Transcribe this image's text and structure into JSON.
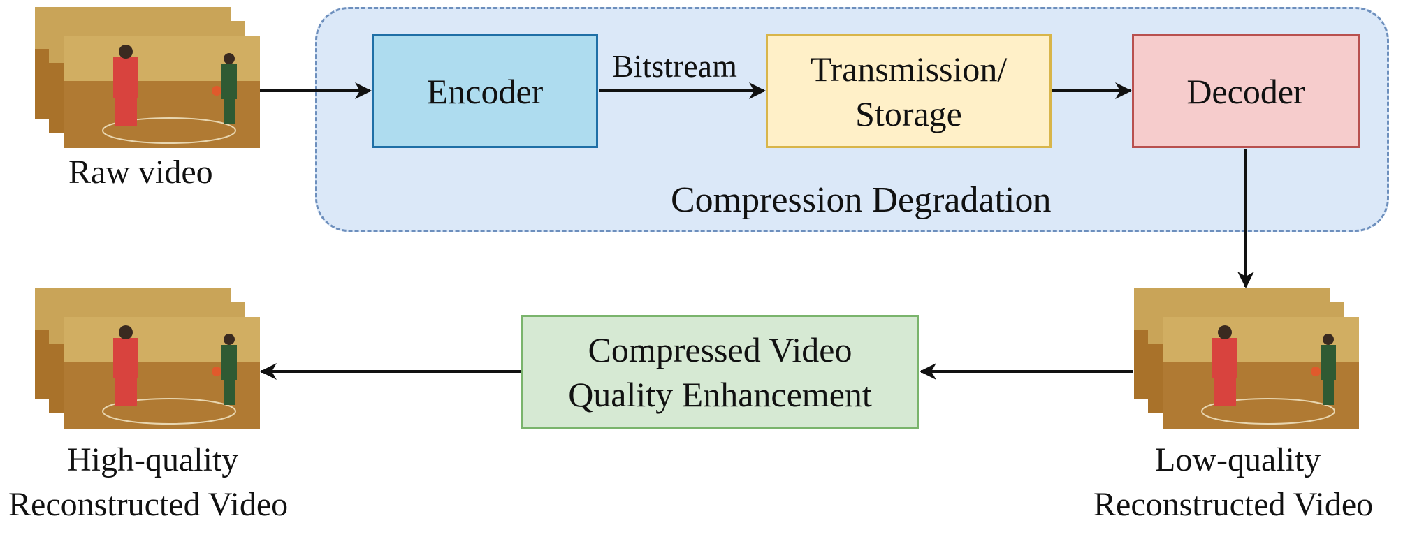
{
  "diagram": {
    "nodes": {
      "raw_video": {
        "label": "Raw video"
      },
      "encoder": {
        "label": "Encoder"
      },
      "bitstream": {
        "label": "Bitstream"
      },
      "transmission": {
        "line1": "Transmission/",
        "line2": "Storage"
      },
      "decoder": {
        "label": "Decoder"
      },
      "compression_region": {
        "label": "Compression Degradation"
      },
      "enhancement": {
        "line1": "Compressed Video",
        "line2": "Quality Enhancement"
      },
      "low_quality": {
        "line1": "Low-quality",
        "line2": "Reconstructed Video"
      },
      "high_quality": {
        "line1": "High-quality",
        "line2": "Reconstructed Video"
      }
    },
    "edges": [
      {
        "from": "raw_video",
        "to": "encoder"
      },
      {
        "from": "encoder",
        "to": "transmission",
        "label": "Bitstream"
      },
      {
        "from": "transmission",
        "to": "decoder"
      },
      {
        "from": "decoder",
        "to": "low_quality"
      },
      {
        "from": "low_quality",
        "to": "enhancement"
      },
      {
        "from": "enhancement",
        "to": "high_quality"
      }
    ]
  },
  "colors": {
    "encoder_fill": "#aedcef",
    "encoder_border": "#1f6fa6",
    "transmission_fill": "#fff0c8",
    "transmission_border": "#d8b54a",
    "decoder_fill": "#f6cccc",
    "decoder_border": "#b8504f",
    "enhancement_fill": "#d6e9d3",
    "enhancement_border": "#7ab46c",
    "region_fill": "#dbe8f8",
    "region_border": "#6d8fbd"
  }
}
